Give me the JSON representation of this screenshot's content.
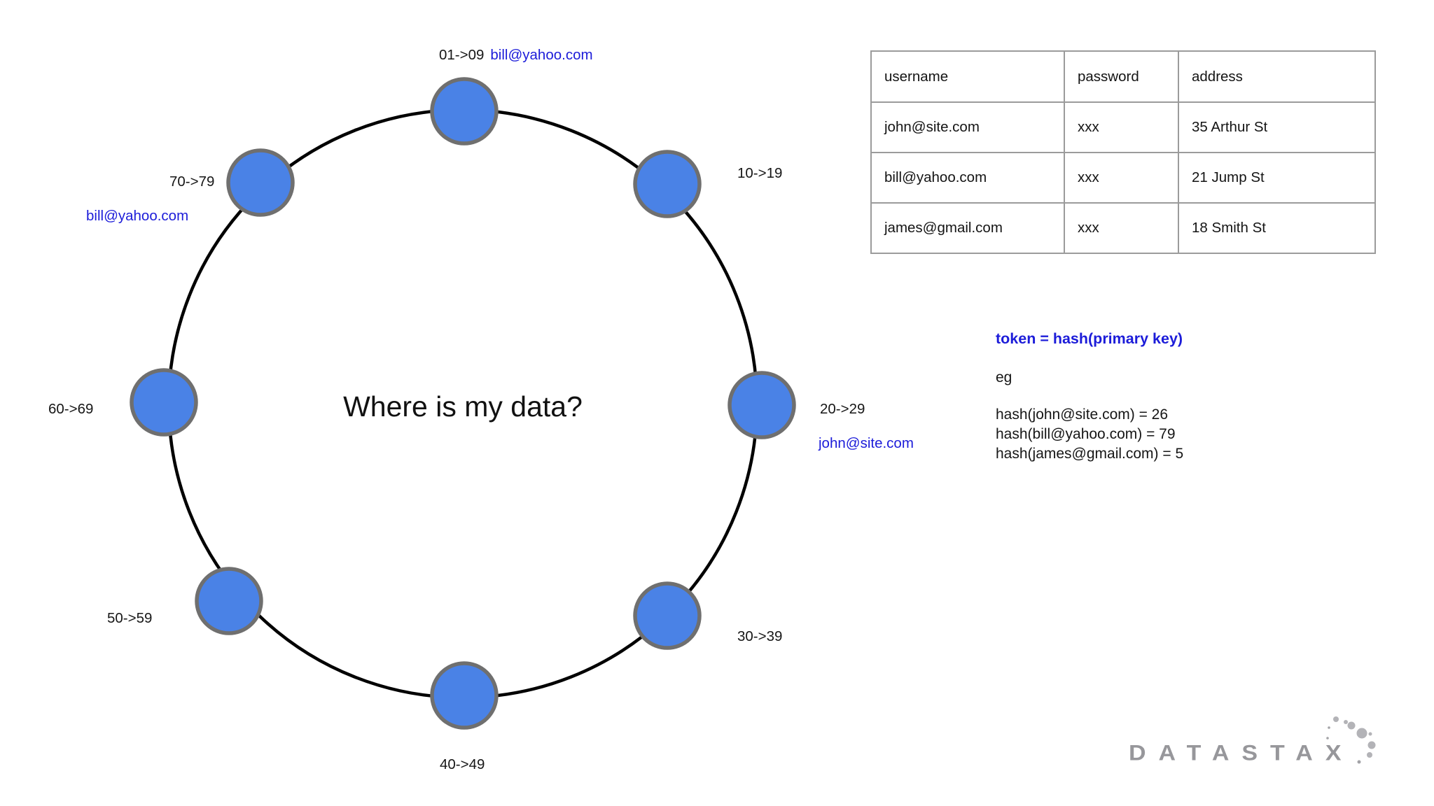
{
  "ring": {
    "center_question": "Where is my data?",
    "node_fill": "#4a82e6",
    "node_stroke": "#6f6f6f",
    "email_color": "#1c1cd9",
    "nodes": [
      {
        "range": "01->09",
        "owner": "bill@yahoo.com"
      },
      {
        "range": "10->19",
        "owner": ""
      },
      {
        "range": "20->29",
        "owner": "john@site.com"
      },
      {
        "range": "30->39",
        "owner": ""
      },
      {
        "range": "40->49",
        "owner": ""
      },
      {
        "range": "50->59",
        "owner": ""
      },
      {
        "range": "60->69",
        "owner": ""
      },
      {
        "range": "70->79",
        "owner": "bill@yahoo.com"
      }
    ]
  },
  "users_table": {
    "headers": [
      "username",
      "password",
      "address"
    ],
    "rows": [
      [
        "john@site.com",
        "xxx",
        "35 Arthur St"
      ],
      [
        "bill@yahoo.com",
        "xxx",
        "21 Jump St"
      ],
      [
        "james@gmail.com",
        "xxx",
        "18 Smith St"
      ]
    ]
  },
  "token_note": {
    "formula": "token = hash(primary key)",
    "eg": "eg",
    "examples": [
      "hash(john@site.com) = 26",
      "hash(bill@yahoo.com) = 79",
      "hash(james@gmail.com) = 5"
    ]
  },
  "logo": {
    "brand": "DATASTAX",
    "color": "#97979b"
  }
}
